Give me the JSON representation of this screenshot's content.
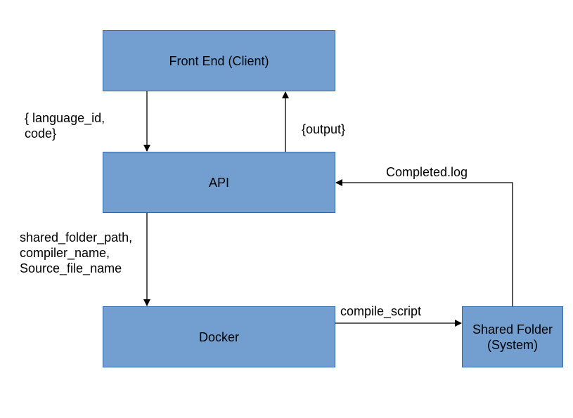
{
  "nodes": {
    "frontend": {
      "label": "Front End (Client)"
    },
    "api": {
      "label": "API"
    },
    "docker": {
      "label": "Docker"
    },
    "shared_folder": {
      "label": "Shared Folder\n(System)"
    }
  },
  "edges": {
    "frontend_to_api": {
      "label": "{ language_id,\ncode}"
    },
    "api_to_frontend": {
      "label": "{output}"
    },
    "api_to_docker": {
      "label": "shared_folder_path,\ncompiler_name,\nSource_file_name"
    },
    "docker_to_shared": {
      "label": "compile_script"
    },
    "shared_to_api": {
      "label": "Completed.log"
    }
  },
  "colors": {
    "box_fill": "#729fcf",
    "box_border": "#3465a4",
    "line": "#000000"
  }
}
